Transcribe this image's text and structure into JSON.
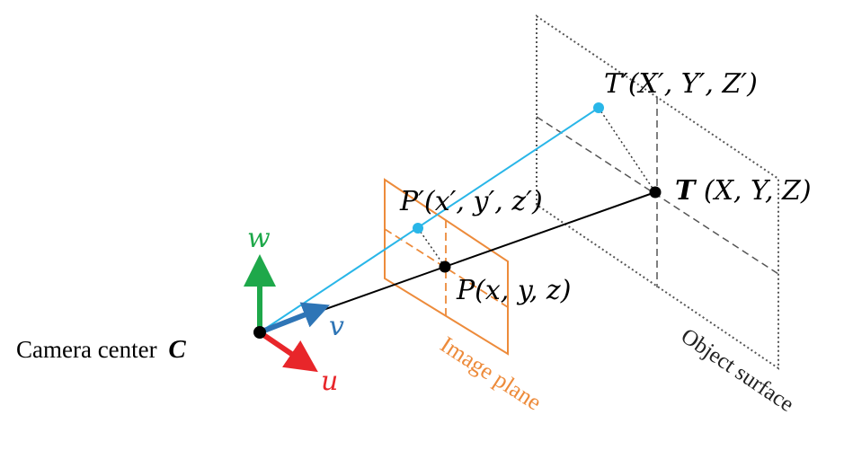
{
  "labels": {
    "camera_center": "Camera center",
    "camera_center_symbol": "C",
    "axis_w": "w",
    "axis_v": "v",
    "axis_u": "u",
    "image_plane": "Image plane",
    "object_surface": "Object surface",
    "point_p": "P(x, y, z)",
    "point_p_prime": "P′(x′, y′, z′)",
    "point_t": "(X, Y, Z)",
    "point_t_symbol": "T",
    "point_t_prime": "T′(X′, Y′, Z′)"
  },
  "colors": {
    "axis_w": "#1ea84a",
    "axis_v": "#2e75b6",
    "axis_u": "#e8262a",
    "image_plane": "#ed8b3b",
    "ray_prime": "#29b6e8",
    "ray_main": "#000000",
    "object_surface": "#555555"
  }
}
